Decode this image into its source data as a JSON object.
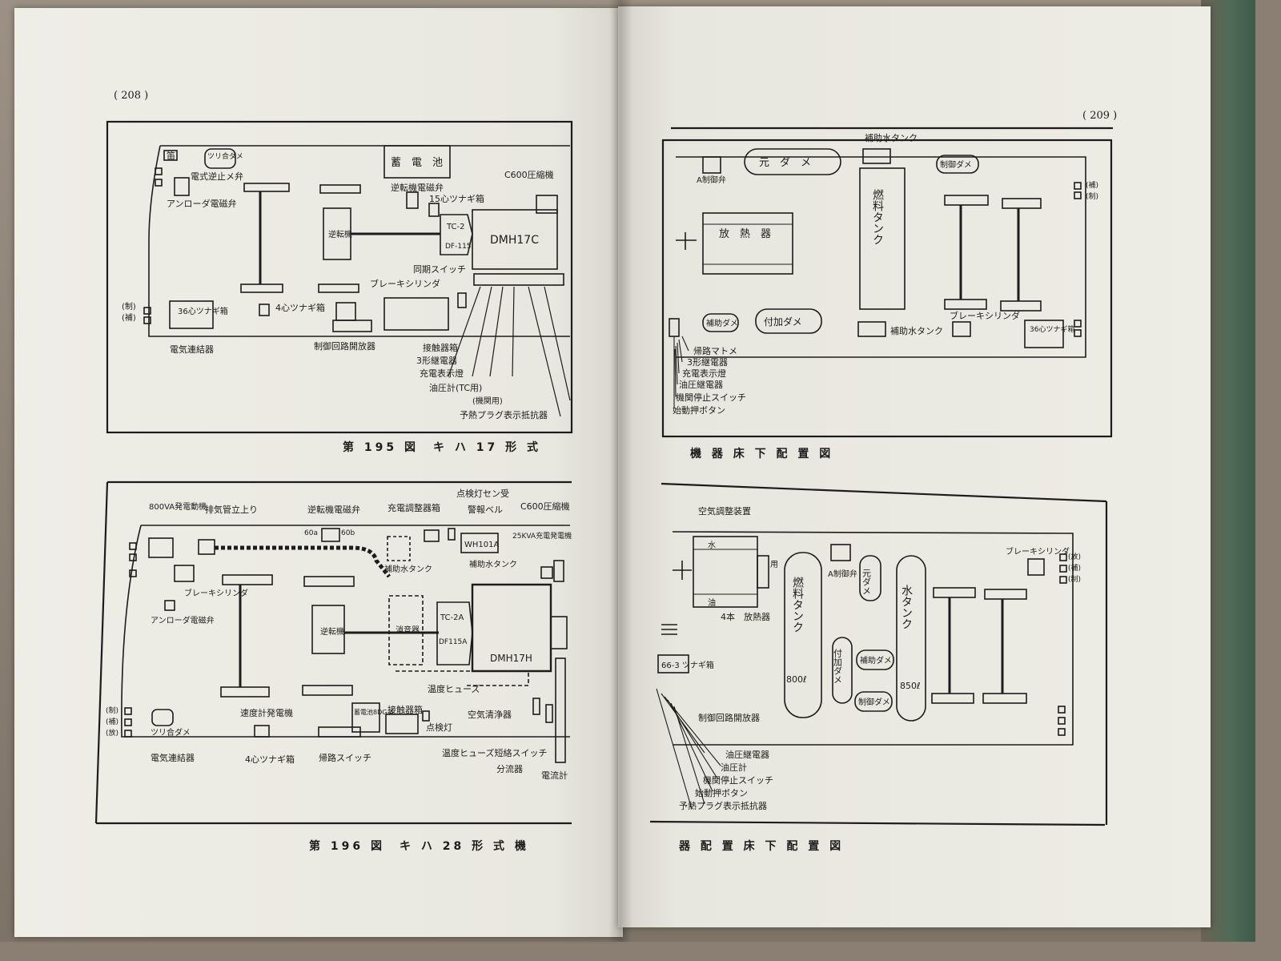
{
  "pages": {
    "left_number": "( 208 )",
    "right_number": "( 209 )"
  },
  "captions": {
    "fig195": "第 195 図　キ ハ 17 形 式",
    "fig195_cont": "機 器 床 下 配 置 図",
    "fig196": "第 196 図　キ ハ 28 形 式 機",
    "fig196_cont": "器 配 置 床 下 配 置 図"
  },
  "fig195_left": {
    "whistle": "笛",
    "brake_reservoir": "ツリ合ダメ",
    "battery": "蓄　電　池",
    "reverse_valve": "電式逆止メ弁",
    "compressor": "C600圧縮機",
    "reverser_valve": "逆転機電磁弁",
    "jumper15": "15心ツナギ箱",
    "unloader": "アンローダ電磁弁",
    "reverser": "逆転機",
    "tc2": "TC-2",
    "df115": "DF-115",
    "engine": "DMH17C",
    "sync_switch": "同期スイッチ",
    "brake_cyl": "ブレーキシリンダ",
    "jumper36": "36心ツナギ箱",
    "jumper4": "4心ツナギ箱",
    "mark_control": "(制)",
    "mark_aux": "(補)",
    "coupler": "電気連結器",
    "breaker": "制御回路開放器",
    "contactor": "接触器箱",
    "relay3": "3形継電器",
    "charge_lamp": "充電表示燈",
    "oil_gauge": "油圧計(TC用)",
    "engine_use": "(機関用)",
    "preheat": "予熱プラグ表示抵抗器"
  },
  "fig195_right": {
    "aux_water": "補助水タンク",
    "main_res": "元　ダ　メ",
    "brake_ctrl": "制御ダメ",
    "brake_valve": "A制御弁",
    "radiator": "放　熱　器",
    "fuel_tank": "燃料タンク",
    "mark_aux": "(補)",
    "mark_control": "(制)",
    "aux_res": "補助ダメ",
    "add_res": "付加ダメ",
    "aux_water2": "補助水タンク",
    "brake_cyl": "ブレーキシリンダ",
    "jumper36": "36心ツナギ箱",
    "return_switch": "帰路マトメ",
    "relay3": "3形継電器",
    "charge_lamp": "充電表示燈",
    "oil_relay": "油圧継電器",
    "engine_stop": "機関停止スイッチ",
    "start_button": "始動押ボタン"
  },
  "fig196_left": {
    "gen800": "800VA発電動機",
    "exhaust": "排気管立上り",
    "reverser_valve": "逆転機電磁弁",
    "v60a": "60a",
    "v60b": "60b",
    "charge_reg": "充電調整器箱",
    "inspect_lamp": "点検灯セン受",
    "alarm": "警報ベル",
    "compressor": "C600圧縮機",
    "wh101a": "WH101A",
    "gen25": "25KVA充電発電機",
    "brake_cyl": "ブレーキシリンダ",
    "aux_water": "補助水タンク",
    "aux_water2": "補助水タンク",
    "unloader": "アンローダ電磁弁",
    "reverser": "逆転機",
    "muffler": "消音器",
    "tc2a": "TC-2A",
    "df115a": "DF115A",
    "engine": "DMH17H",
    "temp_fuse": "温度ヒューズ",
    "speed_gen": "速度計発電機",
    "battery": "蓄電池8DG-A",
    "contactor": "接触器箱",
    "inspect": "点検灯",
    "air_cleaner": "空気清浄器",
    "mark_control": "(制)",
    "mark_aux": "(補)",
    "mark_release": "(放)",
    "brake_reservoir": "ツリ合ダメ",
    "coupler": "電気連結器",
    "jumper4": "4心ツナギ箱",
    "return_switch": "帰路スイッチ",
    "fuse_short": "温度ヒューズ短絡スイッチ",
    "shunt": "分流器",
    "ammeter": "電流計"
  },
  "fig196_right": {
    "air_cond": "空気調整装置",
    "water": "水",
    "use": "用",
    "oil": "油",
    "radiator": "4本　放熱器",
    "fuel_tank": "燃料タンク",
    "fuel_cap": "800ℓ",
    "brake_valve": "A制御弁",
    "main_res": "元ダメ",
    "add_res": "付加ダメ",
    "aux_res": "補助ダメ",
    "ctrl_res": "制御ダメ",
    "water_tank": "水タンク",
    "water_cap": "850ℓ",
    "brake_cyl": "ブレーキシリンダ",
    "mark_release": "(放)",
    "mark_aux": "(補)",
    "mark_control": "(制)",
    "jumper": "66-3 ツナギ箱",
    "breaker": "制御回路開放器",
    "oil_relay": "油圧継電器",
    "oil_gauge": "油圧計",
    "engine_stop": "機関停止スイッチ",
    "start_button": "始動押ボタン",
    "preheat": "予熱プラグ表示抵抗器"
  }
}
